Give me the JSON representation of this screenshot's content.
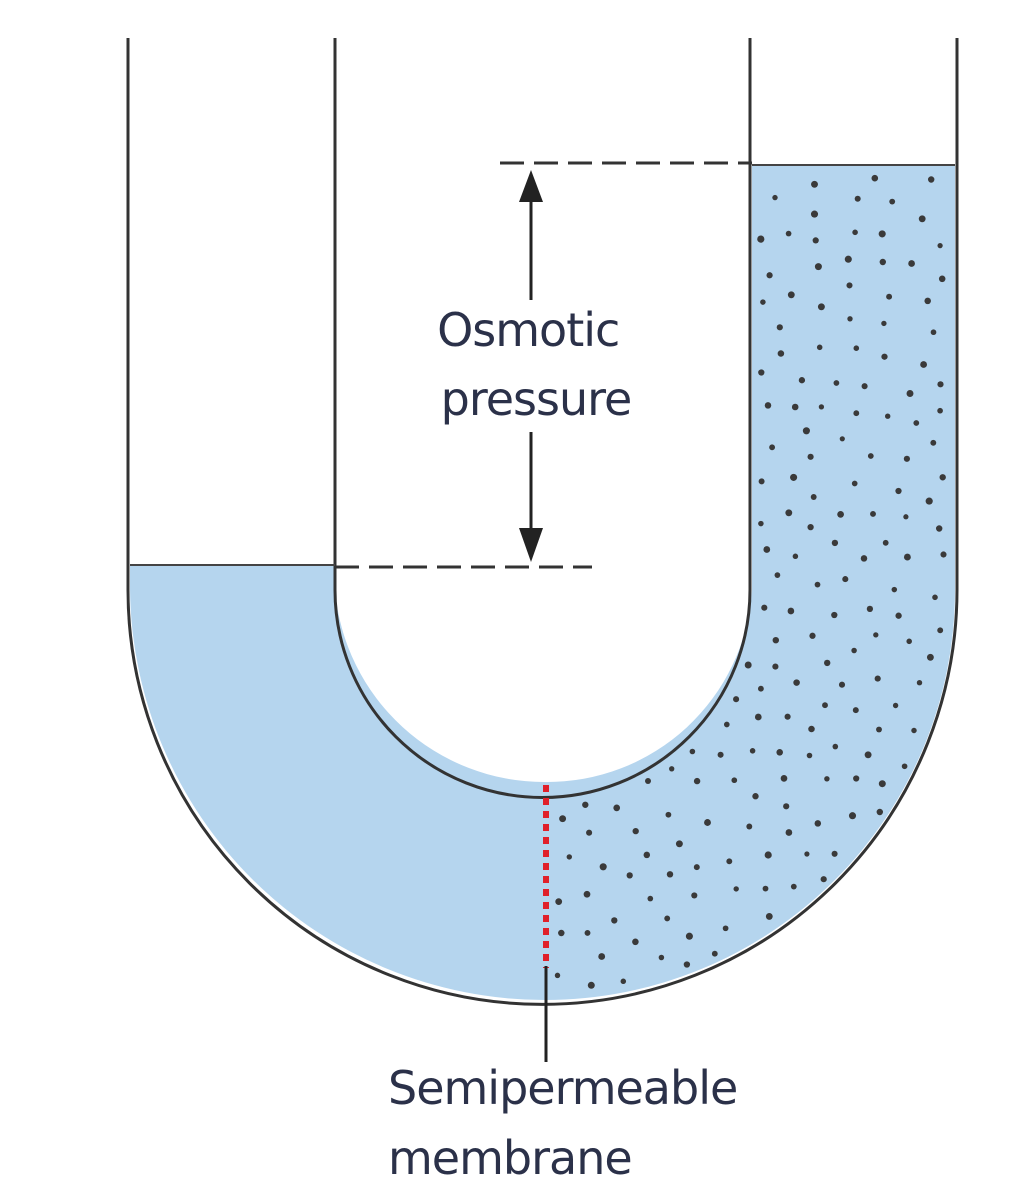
{
  "labels": {
    "osmotic_line1": "Osmotic",
    "osmotic_line2": "pressure",
    "membrane_line1": "Semipermeable",
    "membrane_line2": "membrane"
  },
  "colors": {
    "solution_fill": "#b5d5ee",
    "tube_outline": "#333333",
    "membrane": "#e0202a",
    "particle": "#3a3a3a",
    "text": "#2b3149",
    "background": "#ffffff"
  },
  "icons": {
    "particle": "solute-particle-dot",
    "arrow": "double-headed-arrow"
  }
}
